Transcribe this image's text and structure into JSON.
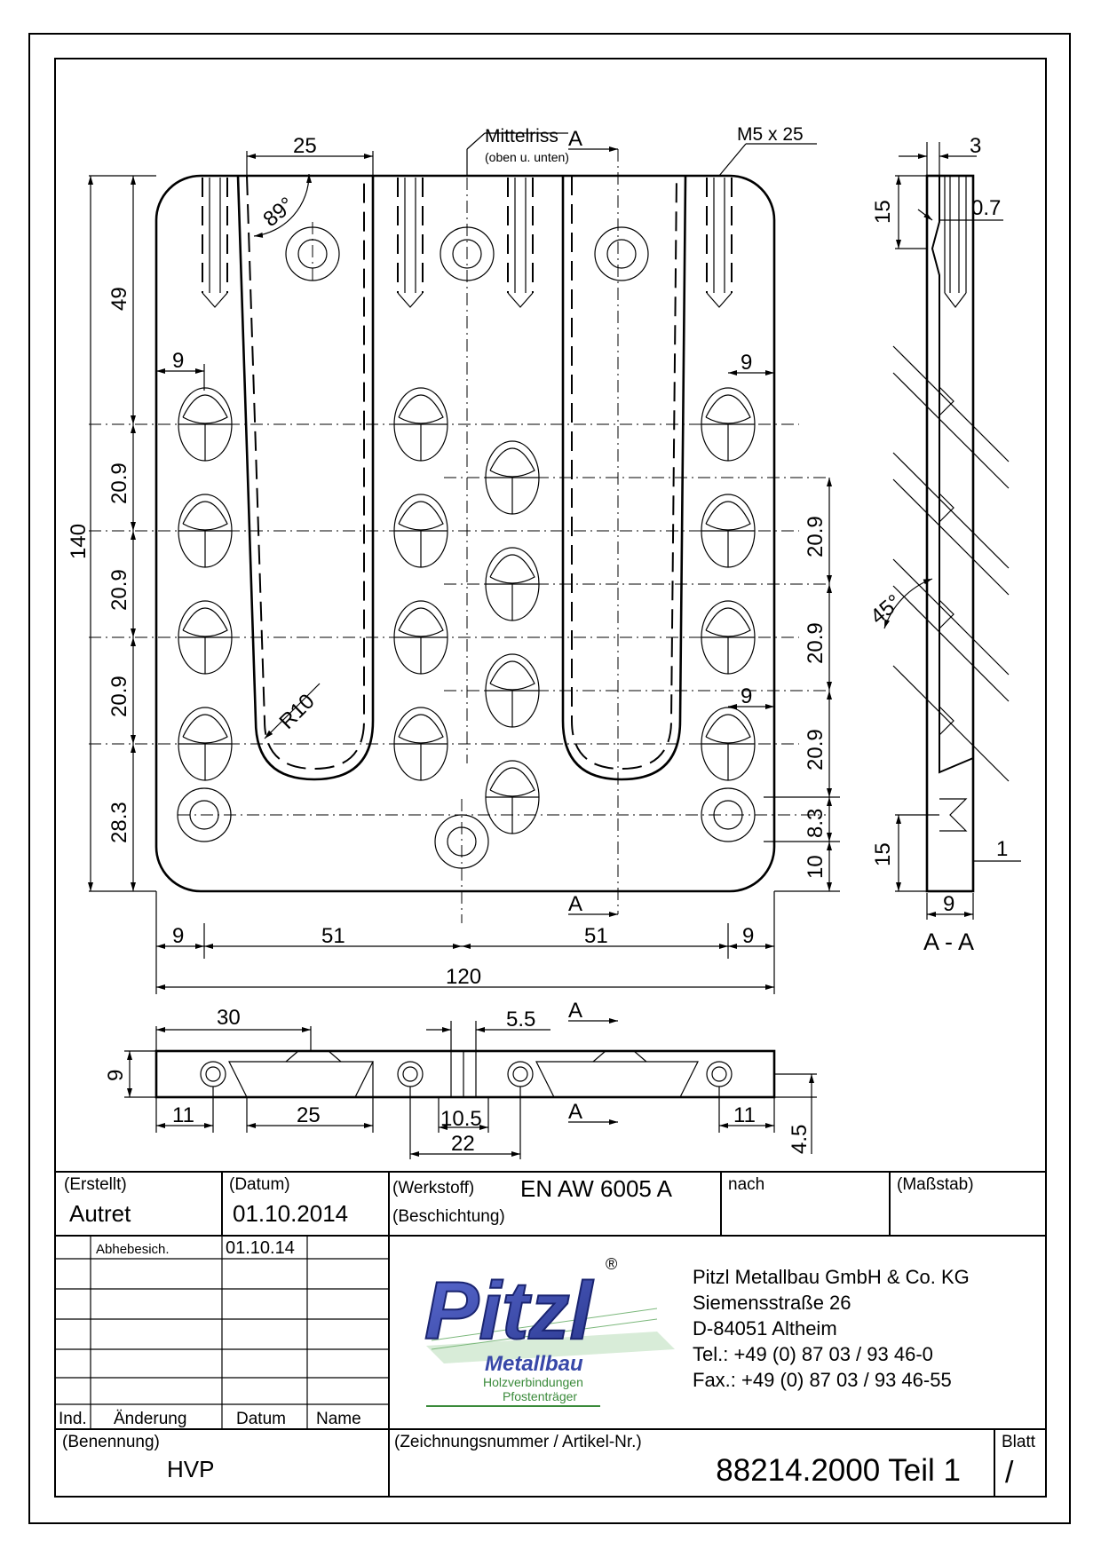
{
  "drawing": {
    "dimensions": {
      "top_25": "25",
      "angle_89": "89°",
      "mittelriss": "Mittelriss",
      "mittelriss_note": "(oben u. unten)",
      "section_a": "A",
      "thread": "M5 x 25",
      "side_3": "3",
      "side_15_top": "15",
      "side_07": "0.7",
      "angle_45": "45°",
      "side_15_bottom": "15",
      "side_1": "1",
      "side_9": "9",
      "section_label": "A - A",
      "left_49": "49",
      "left_140": "140",
      "left_209_a": "20.9",
      "left_209_b": "20.9",
      "left_209_c": "20.9",
      "left_283": "28.3",
      "left_9": "9",
      "right_9_top": "9",
      "right_9_mid": "9",
      "right_209_a": "20.9",
      "right_209_b": "20.9",
      "right_209_c": "20.9",
      "right_83": "8.3",
      "right_10": "10",
      "r10": "R10",
      "bottom_9_left": "9",
      "bottom_51_left": "51",
      "bottom_51_right": "51",
      "bottom_9_right": "9",
      "bottom_120": "120",
      "plan_30": "30",
      "plan_55": "5.5",
      "plan_9": "9",
      "plan_11_left": "11",
      "plan_25": "25",
      "plan_105": "10.5",
      "plan_22": "22",
      "plan_11_right": "11",
      "plan_45": "4.5"
    }
  },
  "title_block": {
    "erstellt_label": "(Erstellt)",
    "erstellt_value": "Autret",
    "datum_label": "(Datum)",
    "datum_value": "01.10.2014",
    "werkstoff_label": "(Werkstoff)",
    "werkstoff_value": "EN AW 6005 A",
    "beschichtung_label": "(Beschichtung)",
    "nach_label": "nach",
    "massstab_label": "(Maßstab)",
    "abhebesich_label": "Abhebesich.",
    "abhebesich_date": "01.10.14",
    "col_ind": "Ind.",
    "col_aenderung": "Änderung",
    "col_datum": "Datum",
    "col_name": "Name",
    "logo_text": "Pitzl",
    "logo_registered": "®",
    "logo_sub": "Metallbau",
    "logo_line1": "Holzverbindungen",
    "logo_line2": "Pfostenträger",
    "company_name": "Pitzl Metallbau GmbH & Co. KG",
    "company_street": "Siemensstraße 26",
    "company_city": "D-84051 Altheim",
    "company_tel": "Tel.:  +49 (0) 87 03 / 93 46-0",
    "company_fax": "Fax.: +49 (0) 87 03 / 93 46-55",
    "benennung_label": "(Benennung)",
    "benennung_value": "HVP",
    "zeichnungsnummer_label": "(Zeichnungsnummer / Artikel-Nr.)",
    "zeichnungsnummer_value": "88214.2000 Teil 1",
    "blatt_label": "Blatt",
    "blatt_value": "/"
  },
  "colors": {
    "logo_blue": "#3848a8",
    "logo_green": "#3a8a3a"
  }
}
